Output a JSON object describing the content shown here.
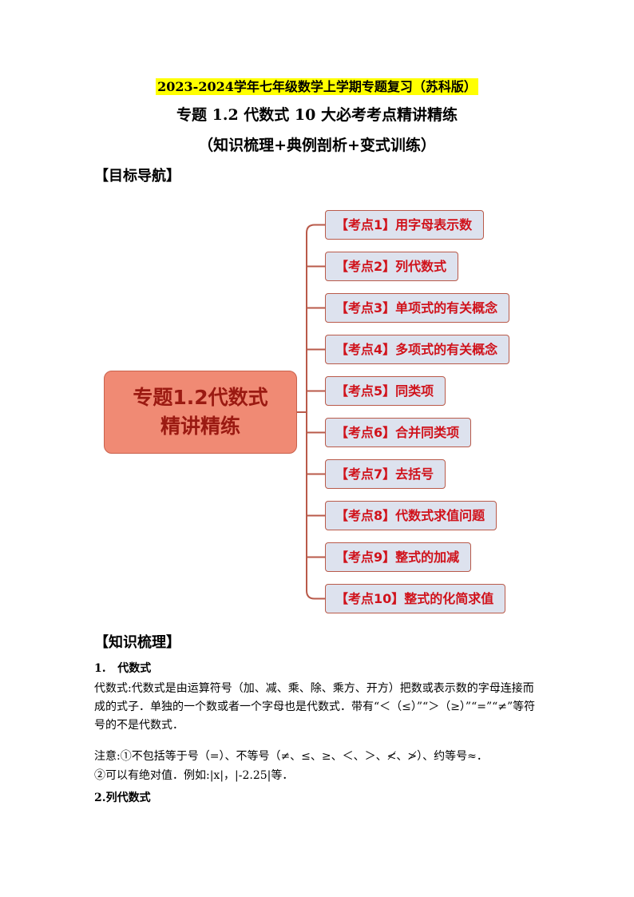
{
  "header": {
    "line1_year": "2023-2024",
    "line1_rest": "学年七年级数学上学期专题复习（苏科版）",
    "line2": "专题 1.2 代数式 10 大必考考点精讲精练",
    "line3": "（知识梳理+典例剖析+变式训练）"
  },
  "section1": {
    "title": "【目标导航】"
  },
  "mindmap": {
    "center_line1": "专题1.2代数式",
    "center_line2": "精讲精练",
    "nodes": [
      {
        "label": "【考点1】用字母表示数"
      },
      {
        "label": "【考点2】列代数式"
      },
      {
        "label": "【考点3】单项式的有关概念"
      },
      {
        "label": "【考点4】多项式的有关概念"
      },
      {
        "label": "【考点5】同类项"
      },
      {
        "label": "【考点6】合并同类项"
      },
      {
        "label": "【考点7】去括号"
      },
      {
        "label": "【考点8】代数式求值问题"
      },
      {
        "label": "【考点9】整式的加减"
      },
      {
        "label": "【考点10】整式的化简求值"
      }
    ],
    "colors": {
      "center_fill": "#f08a74",
      "center_text": "#9b1a12",
      "node_fill": "#dde2ee",
      "node_text": "#d0121b",
      "connector": "#b95a4a"
    }
  },
  "section2": {
    "title": "【知识梳理】"
  },
  "content": {
    "h1": "1.   代数式",
    "p1": "代数式:代数式是由运算符号（加、减、乘、除、乘方、开方）把数或表示数的字母连接而成的式子．单独的一个数或者一个字母也是代数式．带有“＜（≤）”“＞（≥）”“=”“≠”等符号的不是代数式．",
    "p2": "注意:①不包括等于号（=）、不等号（≠、≤、≥、＜、＞、≮、≯）、约等号≈．",
    "p3": "②可以有绝对值．例如:|x|，|-2.25|等．",
    "h2": "2.列代数式"
  }
}
